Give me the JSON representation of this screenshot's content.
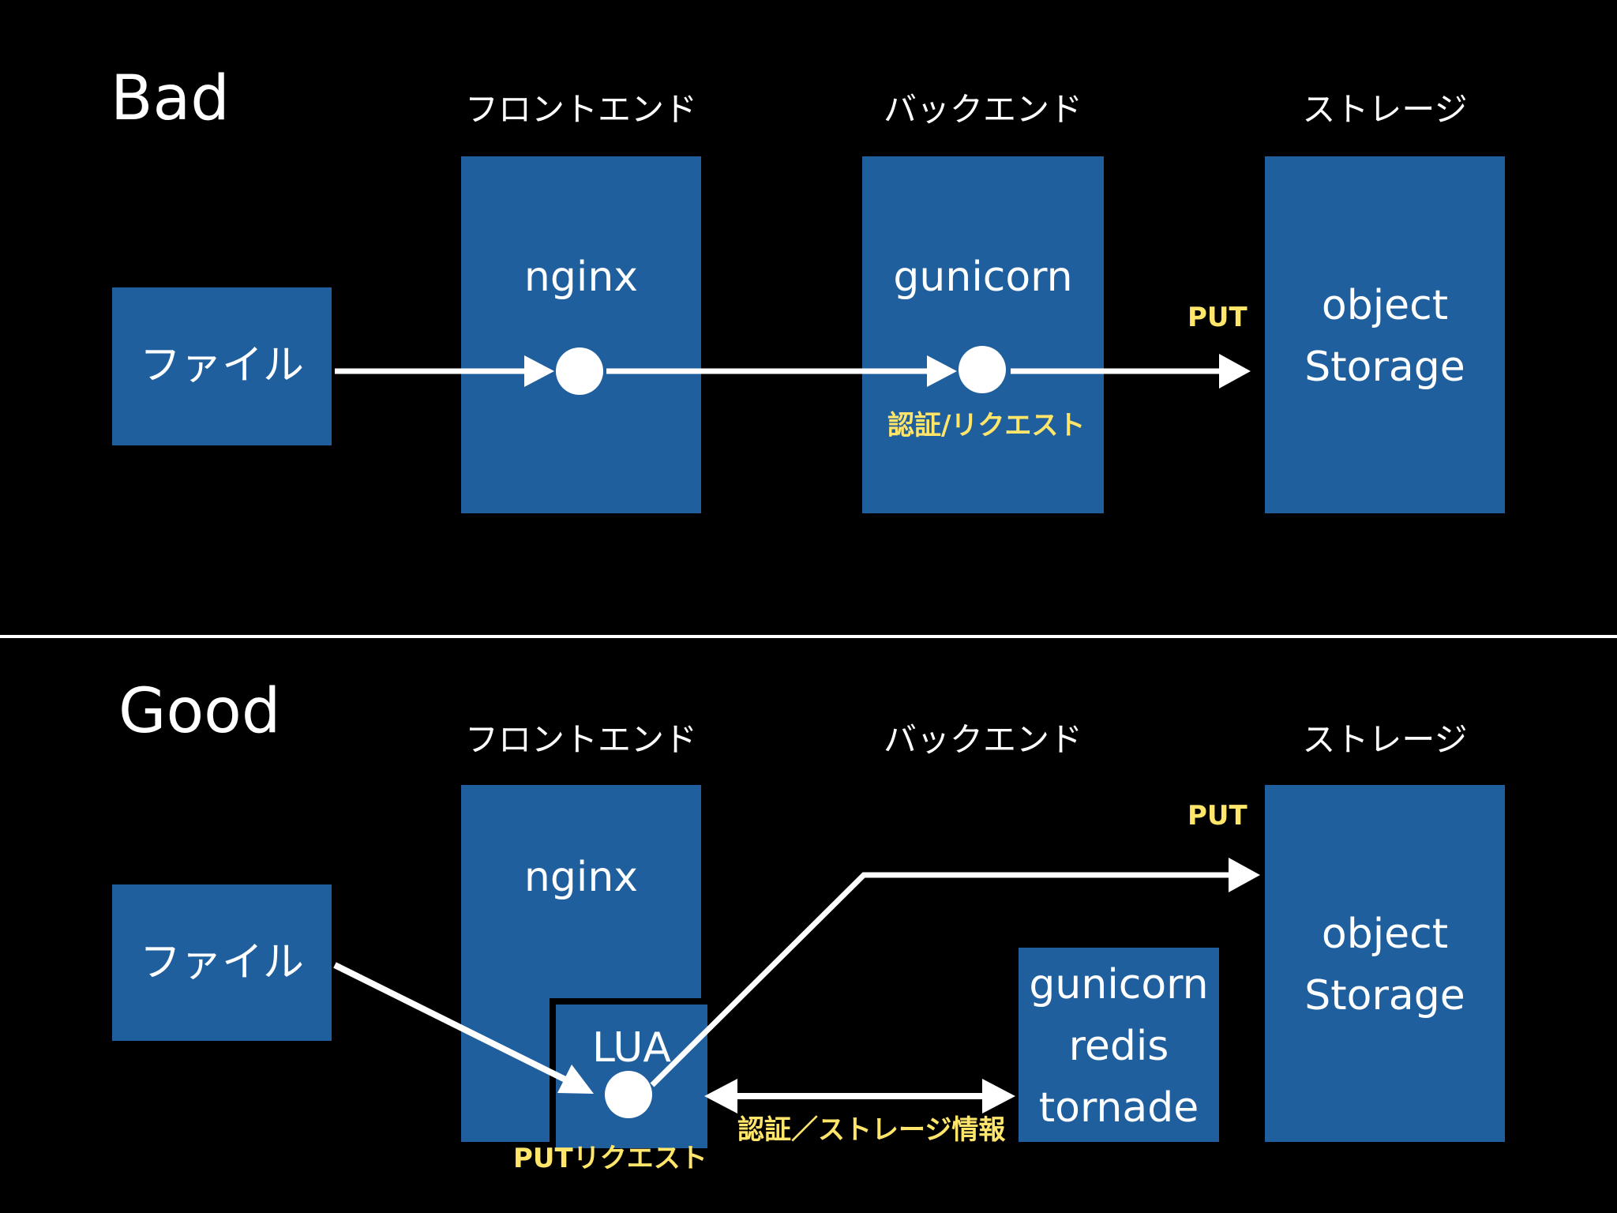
{
  "bad": {
    "title": "Bad",
    "columns": {
      "frontend": "フロントエンド",
      "backend": "バックエンド",
      "storage": "ストレージ"
    },
    "file_box": "ファイル",
    "frontend_box": "nginx",
    "backend_box": "gunicorn",
    "storage_box": {
      "line1": "object",
      "line2": "Storage"
    },
    "put_label": "PUT",
    "auth_label": "認証/リクエスト"
  },
  "good": {
    "title": "Good",
    "columns": {
      "frontend": "フロントエンド",
      "backend": "バックエンド",
      "storage": "ストレージ"
    },
    "file_box": "ファイル",
    "frontend_box": "nginx",
    "lua_box": "LUA",
    "backend_box": {
      "line1": "gunicorn",
      "line2": "redis",
      "line3": "tornade"
    },
    "storage_box": {
      "line1": "object",
      "line2": "Storage"
    },
    "put_label": "PUT",
    "put_request_label": "PUTリクエスト",
    "auth_storage_label": "認証／ストレージ情報"
  },
  "colors": {
    "box": "#1f5f9e",
    "note": "#ffe66b",
    "background": "#000000",
    "arrow": "#ffffff"
  }
}
